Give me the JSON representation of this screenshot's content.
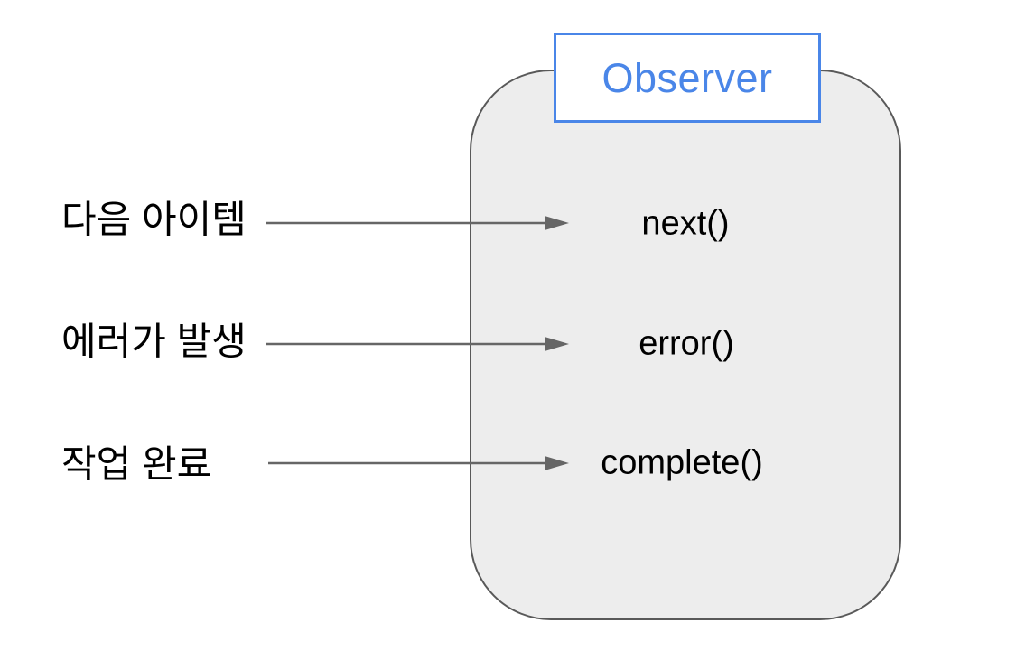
{
  "diagram": {
    "title_box": {
      "label": "Observer"
    },
    "rows": [
      {
        "label": "다음 아이템",
        "method": "next()"
      },
      {
        "label": "에러가 발생",
        "method": "error()"
      },
      {
        "label": "작업 완료",
        "method": "complete()"
      }
    ],
    "colors": {
      "accent_blue": "#4a86e8",
      "body_fill": "#ededed",
      "body_border": "#595959",
      "arrow_gray": "#666666",
      "label_text": "#000000",
      "background": "#ffffff"
    }
  }
}
